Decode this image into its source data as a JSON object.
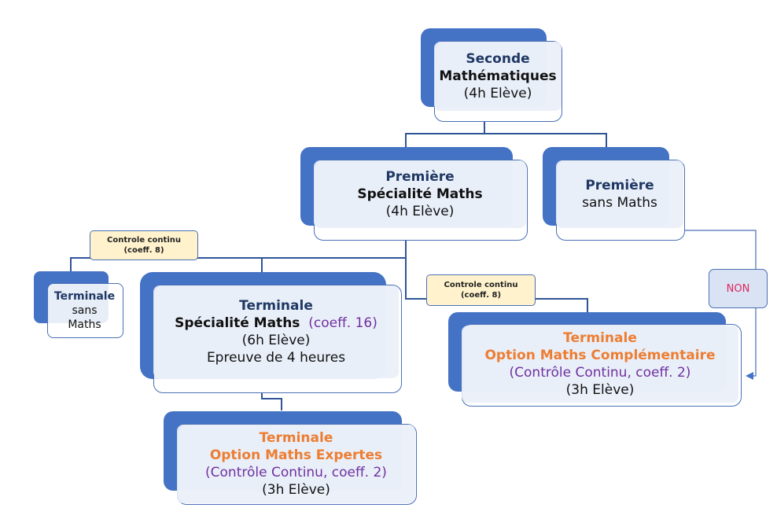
{
  "diagram": {
    "seconde": {
      "title": "Seconde",
      "subtitle": "Mathématiques",
      "hours": "(4h Elève)"
    },
    "premiere_spe": {
      "title": "Première",
      "subtitle": "Spécialité Maths",
      "hours": "(4h Elève)"
    },
    "premiere_sans": {
      "title": "Première",
      "subtitle": "sans Maths"
    },
    "terminale_sans": {
      "title": "Terminale",
      "line1": "sans",
      "line2": "Maths"
    },
    "terminale_spe": {
      "title": "Terminale",
      "subtitle": "Spécialité Maths",
      "coeff": "(coeff. 16)",
      "hours": "(6h Elève)",
      "exam": "Epreuve de 4 heures"
    },
    "terminale_expertes": {
      "title": "Terminale",
      "subtitle": "Option Maths Expertes",
      "assessment": "(Contrôle Continu, coeff. 2)",
      "hours": "(3h Elève)"
    },
    "terminale_comp": {
      "title": "Terminale",
      "subtitle": "Option Maths Complémentaire",
      "assessment": "(Contrôle Continu, coeff. 2)",
      "hours": "(3h Elève)"
    },
    "label_left": {
      "line1": "Controle continu",
      "line2": "(coeff. 8)"
    },
    "label_right": {
      "line1": "Controle continu",
      "line2": "(coeff. 8)"
    },
    "non_label": "NON"
  },
  "colors": {
    "accent": "#4472c4",
    "orange": "#ed7d31",
    "purple": "#7030a0",
    "non": "#e0245e",
    "label_bg": "#fff2cc"
  }
}
